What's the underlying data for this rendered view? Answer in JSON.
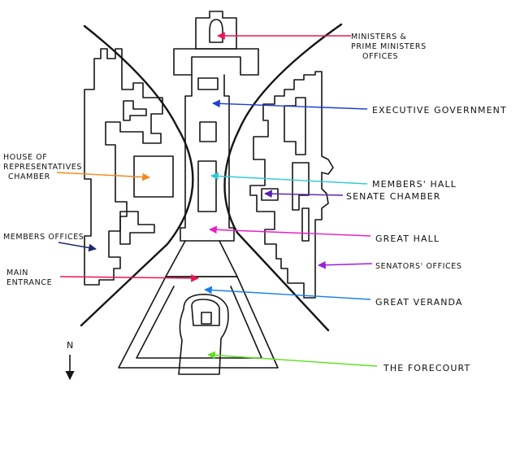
{
  "labels": {
    "ministers_line1": "MINISTERS &",
    "ministers_line2": "PRIME MINISTERS",
    "ministers_line3": "OFFICES",
    "executive": "EXECUTIVE GOVERNMENT",
    "house_line1": "HOUSE OF",
    "house_line2": "REPRESENTATIVES",
    "house_line3": "CHAMBER",
    "members_hall": "MEMBERS' HALL",
    "senate_chamber": "SENATE CHAMBER",
    "members_offices": "MEMBERS OFFICES",
    "great_hall": "GREAT HALL",
    "senators_offices": "SENATORS' OFFICES",
    "main_line1": "MAIN",
    "main_line2": "ENTRANCE",
    "great_veranda": "GREAT VERANDA",
    "forecourt": "THE FORECOURT",
    "north": "N"
  },
  "colors": {
    "ministers": "#e8174f",
    "executive": "#1f3fd6",
    "house": "#f08a1e",
    "members_hall": "#2fc9d6",
    "senate": "#5a22b0",
    "members_offices": "#1c2a6e",
    "great_hall": "#e81fc9",
    "senators_offices": "#9b1fd6",
    "main_entrance": "#e8174f",
    "great_veranda": "#1a7fe8",
    "forecourt": "#5fe01f"
  }
}
